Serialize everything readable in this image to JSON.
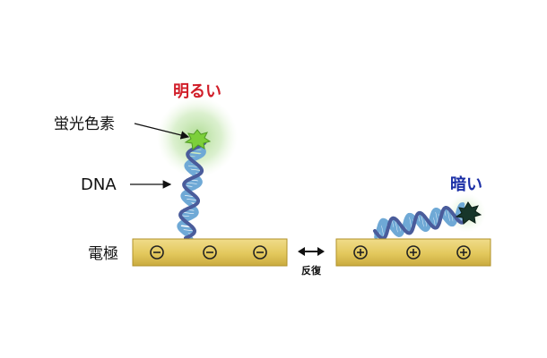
{
  "labels": {
    "bright": "明るい",
    "fluorophore": "蛍光色素",
    "dna": "DNA",
    "dark": "暗い",
    "electrode": "電極",
    "repeat": "反復"
  },
  "charges": {
    "left_electrode": [
      "⊖",
      "⊖",
      "⊖"
    ],
    "right_electrode": [
      "⊕",
      "⊕",
      "⊕"
    ]
  },
  "colors": {
    "bright_label": "#d11f2a",
    "dark_label": "#1b2fa6",
    "electrode_fill": "#e7cf6a",
    "electrode_edge": "#b0922a",
    "dna_backbone": "#6fa9d6",
    "dna_strand": "#4a5c9b",
    "glow": "#a8d88a",
    "fluor_bright": "#7ccf3a",
    "fluor_dark": "#17362a"
  }
}
